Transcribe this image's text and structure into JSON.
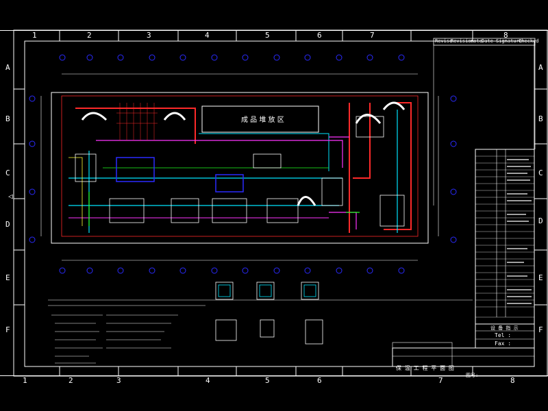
{
  "frame": {
    "columns_top": [
      "1",
      "2",
      "3",
      "4",
      "5",
      "6",
      "7",
      "8"
    ],
    "columns_bottom": [
      "1",
      "2",
      "3",
      "4",
      "5",
      "6",
      "7",
      "8"
    ],
    "rows_left": [
      "A",
      "B",
      "C",
      "D",
      "E",
      "F"
    ],
    "rows_right": [
      "A",
      "B",
      "C",
      "D",
      "E",
      "F"
    ]
  },
  "revision_header": {
    "cells": [
      "Revise",
      "Revision",
      "note",
      "Date",
      "Signature",
      "Checked"
    ]
  },
  "title_block": {
    "company_row": "设 备 指 示",
    "tel": "Tel :",
    "fax": "Fax :",
    "drawing_title": "保 温 工 程 平 面 图",
    "drawing_no_label": "图号:"
  },
  "plan": {
    "zone_label": "成 品 堆 放 区"
  },
  "colors": {
    "background": "#000000",
    "frame": "#ffffff",
    "grid_bubble": "#2a2aff",
    "duct_red": "#ff2a2a",
    "duct_cyan": "#00e5ff",
    "duct_magenta": "#ff33ff",
    "duct_green": "#22ff22",
    "duct_yellow": "#ffff33"
  }
}
